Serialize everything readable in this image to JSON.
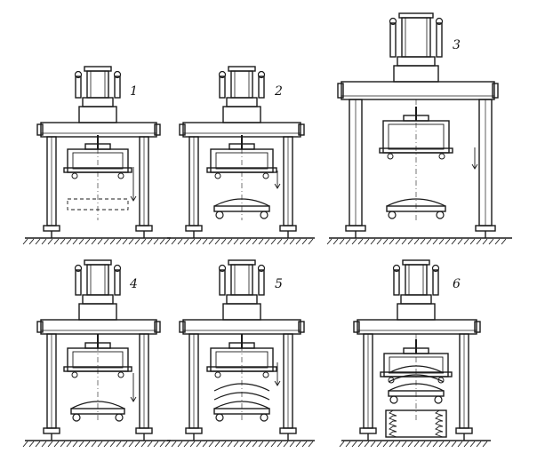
{
  "figure": {
    "panels": [
      {
        "label": "1"
      },
      {
        "label": "2"
      },
      {
        "label": "3"
      },
      {
        "label": "4"
      },
      {
        "label": "5"
      },
      {
        "label": "6"
      }
    ]
  },
  "colors": {
    "ink": "#1a1a1a",
    "paper": "#ffffff"
  }
}
